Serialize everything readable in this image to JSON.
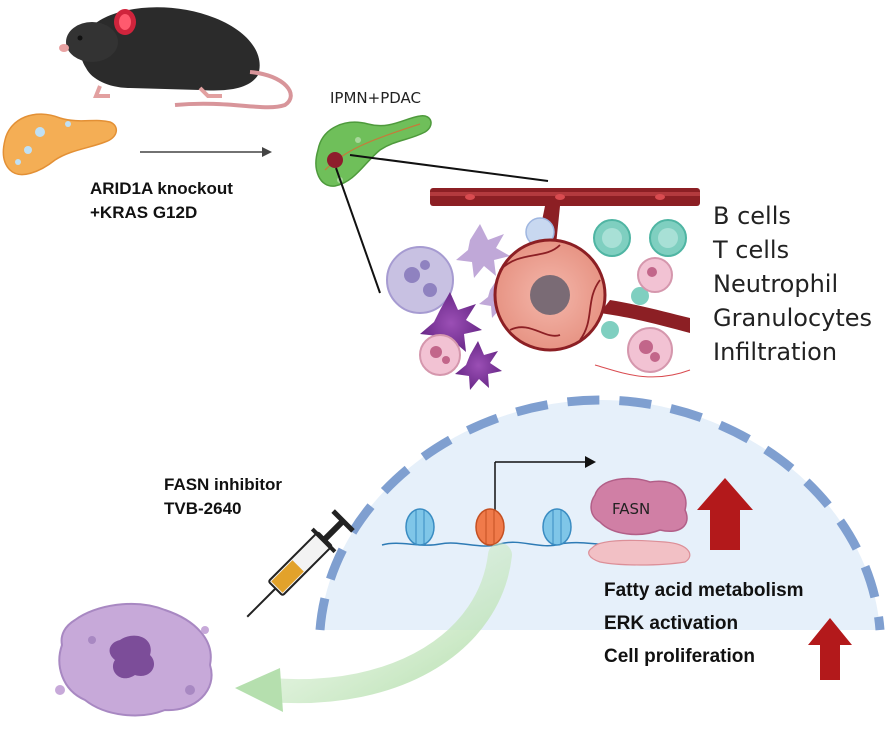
{
  "labels": {
    "ipmn_pdac": "IPMN+PDAC",
    "arid1a_line1": "ARID1A knockout",
    "arid1a_line2": "+KRAS G12D",
    "fasn_inhibitor_line1": "FASN inhibitor",
    "fasn_inhibitor_line2": "TVB-2640",
    "fasn_protein": "FASN"
  },
  "infiltration_list": [
    "B cells",
    "T cells",
    "Neutrophil",
    "Granulocytes",
    "Infiltration"
  ],
  "outcomes": [
    "Fatty acid metabolism",
    "ERK activation",
    "Cell proliferation"
  ],
  "colors": {
    "dark_red_arrow": "#b3191b",
    "nucleus_fill": "#e6f0fa",
    "nucleus_dash": "#7f9fd0",
    "green_arrow": "#c3e6bd",
    "fasn_pink": "#d07fa5",
    "vessel_red": "#7a1a1e"
  },
  "icons": [
    "mouse-icon",
    "pancreas-icon",
    "tumor-microenvironment-icon",
    "syringe-icon",
    "dying-cell-icon",
    "dna-nucleosome-icon"
  ]
}
